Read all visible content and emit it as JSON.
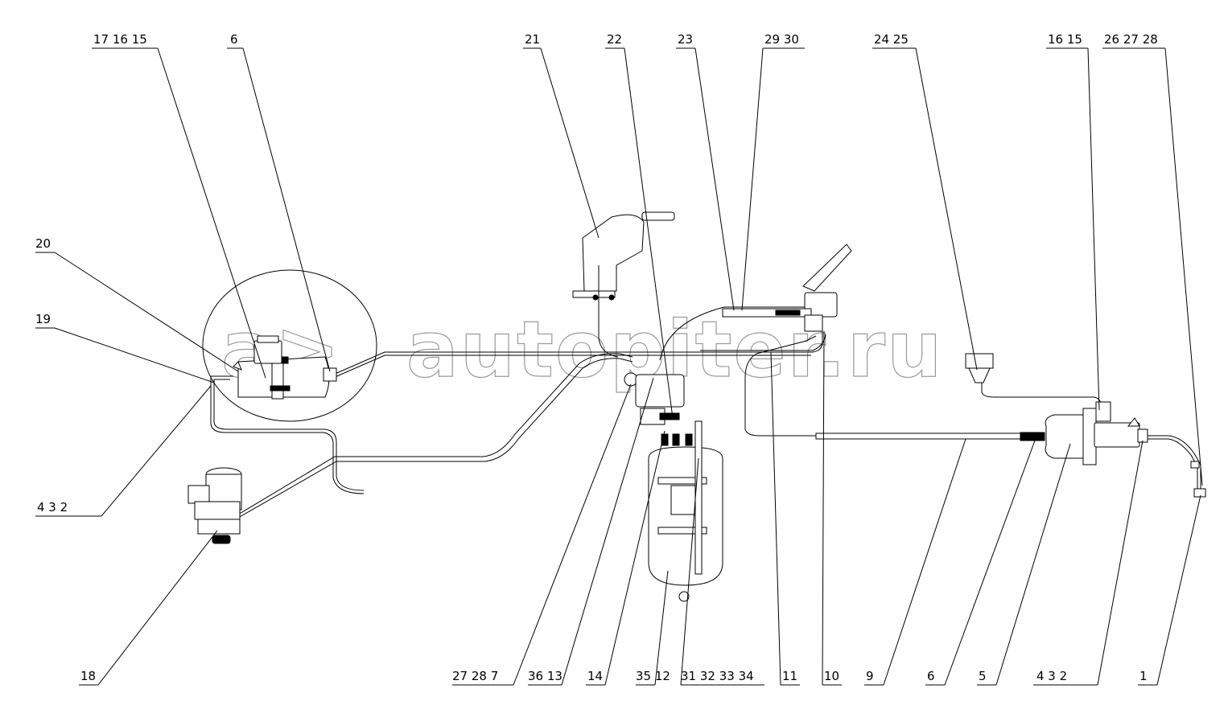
{
  "watermark": {
    "logo_text": "a>",
    "text": "autopiter.ru"
  },
  "callouts": {
    "top": [
      {
        "id": "t1",
        "text": "17 16 15"
      },
      {
        "id": "t2",
        "text": "6"
      },
      {
        "id": "t3",
        "text": "21"
      },
      {
        "id": "t4",
        "text": "22"
      },
      {
        "id": "t5",
        "text": "23"
      },
      {
        "id": "t6",
        "text": "29 30"
      },
      {
        "id": "t7",
        "text": "24 25"
      },
      {
        "id": "t8",
        "text": "16 15"
      },
      {
        "id": "t9",
        "text": "26 27 28"
      }
    ],
    "left": [
      {
        "id": "l1",
        "text": "20"
      },
      {
        "id": "l2",
        "text": "19"
      },
      {
        "id": "l3",
        "text": "4  3  2"
      }
    ],
    "bottom": [
      {
        "id": "b1",
        "text": "18"
      },
      {
        "id": "b2",
        "text": "27 28  7"
      },
      {
        "id": "b3",
        "text": "36 13"
      },
      {
        "id": "b4",
        "text": "14"
      },
      {
        "id": "b5",
        "text": "35 12"
      },
      {
        "id": "b6",
        "text": "31 32 33 34"
      },
      {
        "id": "b7",
        "text": "11"
      },
      {
        "id": "b8",
        "text": "10"
      },
      {
        "id": "b9",
        "text": "9"
      },
      {
        "id": "b10",
        "text": "6"
      },
      {
        "id": "b11",
        "text": "5"
      },
      {
        "id": "b12",
        "text": "4  3  2"
      },
      {
        "id": "b13",
        "text": "1"
      }
    ]
  }
}
